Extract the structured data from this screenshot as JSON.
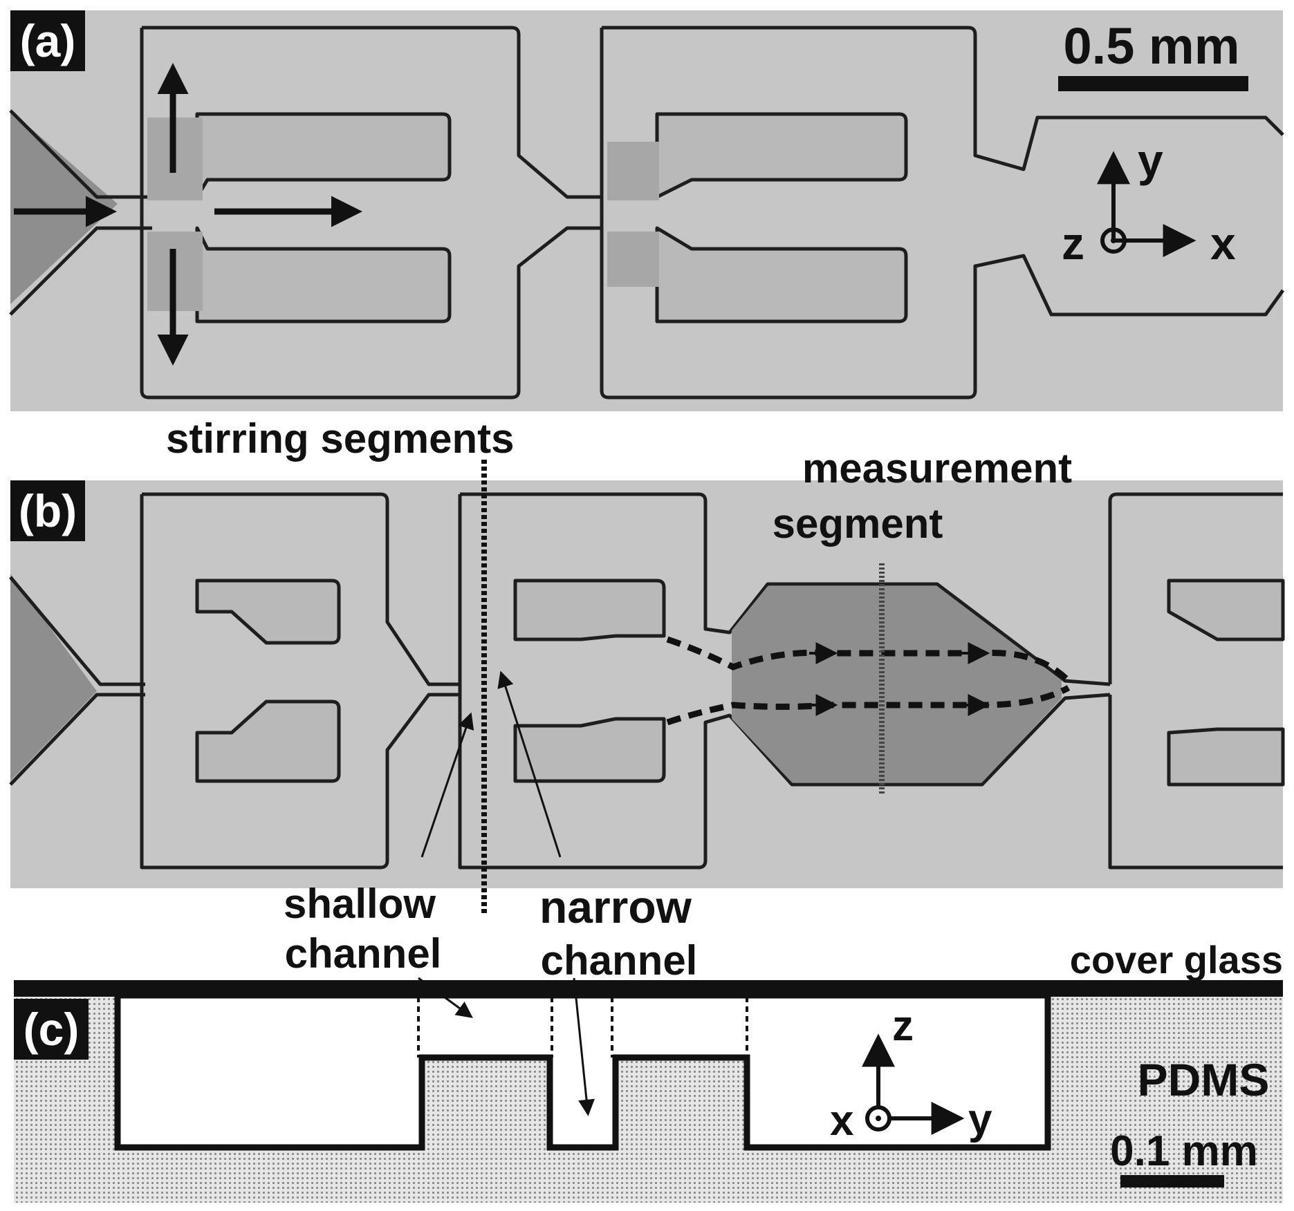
{
  "panels": {
    "a": {
      "tag": "(a)",
      "scale_label": "0.5 mm"
    },
    "b": {
      "tag": "(b)"
    },
    "c": {
      "tag": "(c)",
      "scale_label": "0.1 mm",
      "material_label": "PDMS"
    }
  },
  "axes_top": {
    "x": "x",
    "y": "y",
    "z": "z"
  },
  "axes_bottom": {
    "x": "x",
    "y": "y",
    "z": "z"
  },
  "labels": {
    "stirring": "stirring segments",
    "measurement_1": "measurement",
    "measurement_2": "segment",
    "shallow_1": "shallow",
    "shallow_2": "channel",
    "narrow_1": "narrow",
    "narrow_2": "channel",
    "cover_glass": "cover glass"
  },
  "colors": {
    "background_photo": "#c4c4c4",
    "deep_region": "#8e8e8e",
    "wall": "#1e1e1e",
    "pdms": "#c9c9c9"
  }
}
